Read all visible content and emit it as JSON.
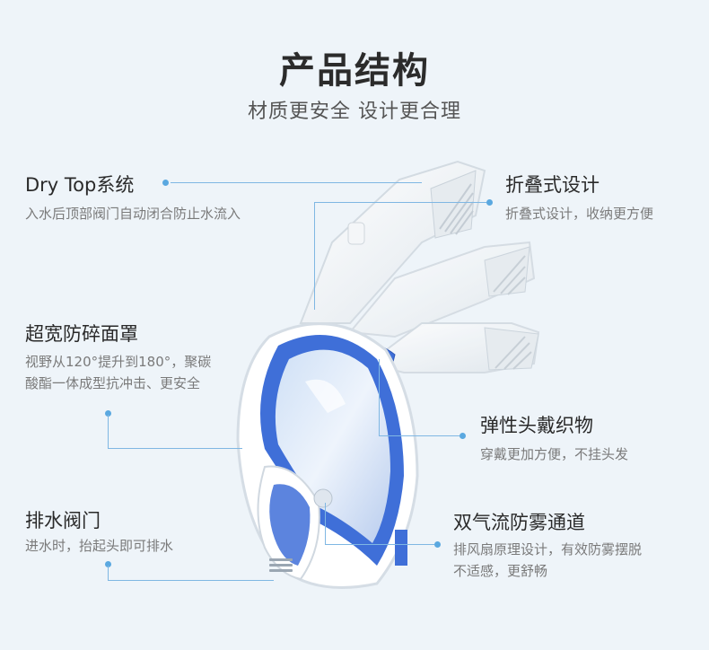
{
  "header": {
    "title": "产品结构",
    "subtitle": "材质更安全 设计更合理"
  },
  "features": {
    "dry_top": {
      "title": "Dry Top系统",
      "desc": "入水后顶部阀门自动闭合防止水流入"
    },
    "foldable": {
      "title": "折叠式设计",
      "desc": "折叠式设计，收纳更方便"
    },
    "wide_mask": {
      "title": "超宽防碎面罩",
      "desc_line1": "视野从120°提升到180°，聚碳",
      "desc_line2": "酸酯一体成型抗冲击、更安全"
    },
    "strap": {
      "title": "弹性头戴织物",
      "desc": "穿戴更加方便，不挂头发"
    },
    "drain_valve": {
      "title": "排水阀门",
      "desc": "进水时，抬起头即可排水"
    },
    "dual_airflow": {
      "title": "双气流防雾通道",
      "desc_line1": "排风扇原理设计，有效防雾摆脱",
      "desc_line2": "不适感，更舒畅"
    }
  },
  "colors": {
    "accent": "#5aa8e0",
    "mask_blue": "#3f6fd8",
    "background": "#eef4f9"
  }
}
